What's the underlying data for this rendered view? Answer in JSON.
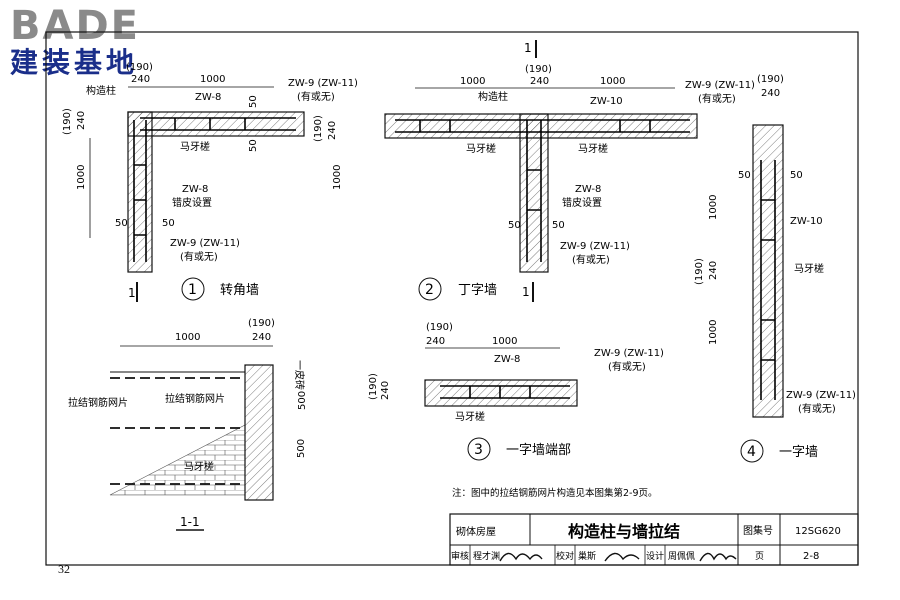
{
  "logo": {
    "brand": "BADE",
    "sub": "建装基地"
  },
  "page_number": "32",
  "common": {
    "dim_1000": "1000",
    "dim_240": "240",
    "dim_190": "(190)",
    "dim_50": "50",
    "dim_500": "500",
    "zw8": "ZW-8",
    "zw10": "ZW-10",
    "zw9": "ZW-9 (ZW-11)",
    "optional": "(有或无)",
    "horse_tooth": "马牙槎",
    "construct_col": "构造柱",
    "stagger": "错皮设置",
    "section_mark": "1",
    "mesh": "拉结钢筋网片",
    "one_brick": "一皮砖"
  },
  "diagrams": {
    "d1": {
      "num": "1",
      "title": "转角墙"
    },
    "d2": {
      "num": "2",
      "title": "丁字墙"
    },
    "d3": {
      "num": "3",
      "title": "一字墙端部"
    },
    "d4": {
      "num": "4",
      "title": "一字墙"
    },
    "section": {
      "title": "1-1"
    }
  },
  "note": "注：图中的拉结钢筋网片构造见本图集第2-9页。",
  "title_block": {
    "category": "砌体房屋",
    "title": "构造柱与墙拉结",
    "atlas_label": "图集号",
    "atlas_no": "12SG620",
    "review_label": "审核",
    "reviewer": "程才渊",
    "check_label": "校对",
    "checker": "巢斯",
    "design_label": "设计",
    "designer": "周佩佩",
    "page_label": "页",
    "page_no": "2-8"
  }
}
